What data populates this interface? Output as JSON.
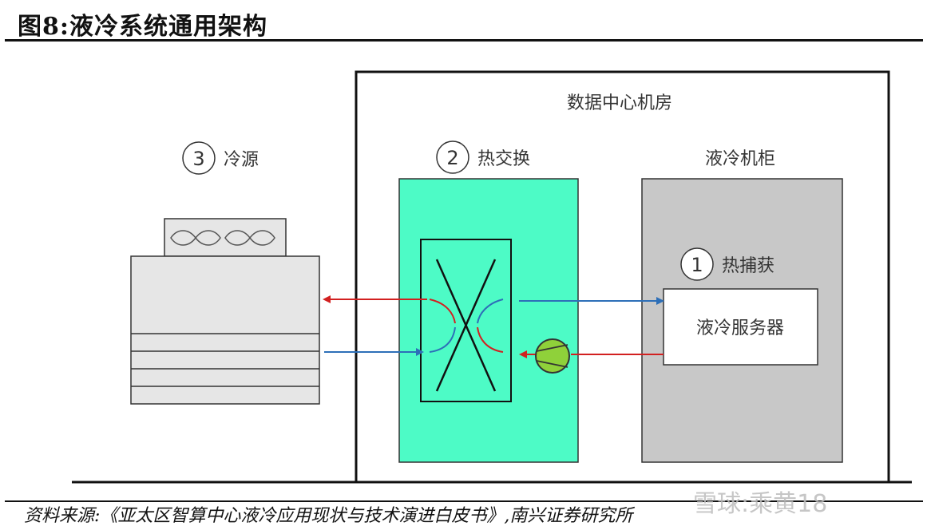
{
  "title": "图8:液冷系统通用架构",
  "source": "资料来源:《亚太区智算中心液冷应用现状与技术演进白皮书》,南兴证券研究所",
  "watermark": "雪球:乘黄18",
  "diagram": {
    "datacenter_label": "数据中心机房",
    "cold_source": {
      "number": "3",
      "label": "冷源"
    },
    "heat_exchange": {
      "number": "2",
      "label": "热交换"
    },
    "cabinet_label": "液冷机柜",
    "heat_capture": {
      "number": "1",
      "label": "热捕获"
    },
    "server_label": "液冷服务器"
  },
  "colors": {
    "hot_flow": "#d22020",
    "cold_flow": "#2d6fb8",
    "heat_exchanger_fill": "#4dfbc6",
    "cabinet_fill": "#c8c8c8",
    "chiller_fill": "#e6e6e6",
    "pump_fill": "#8fd13a"
  }
}
